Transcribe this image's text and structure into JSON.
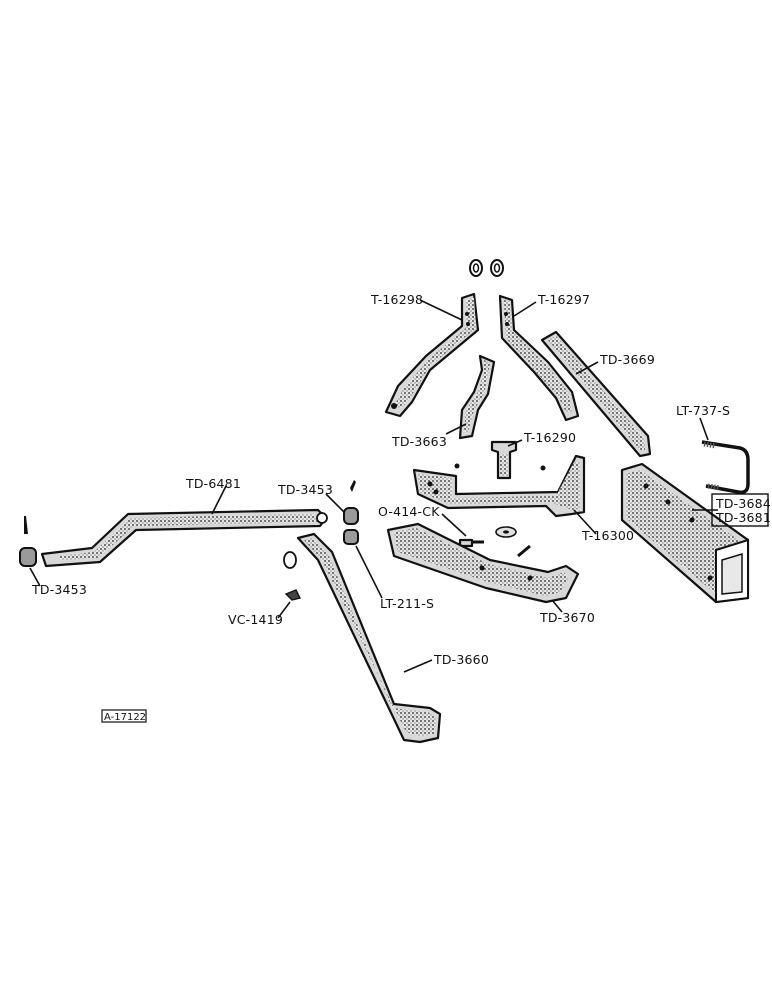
{
  "parts": {
    "t16298": "T-16298",
    "t16297": "T-16297",
    "td3669": "TD-3669",
    "lt737s": "LT-737-S",
    "td3663": "TD-3663",
    "t16290": "T-16290",
    "td6481": "TD-6481",
    "td3453_top": "TD-3453",
    "td3684": "TD-3684",
    "td3681": "TD-3681",
    "o414ck": "O-414-CK",
    "t16300": "T-16300",
    "td3453_left": "TD-3453",
    "lt211s": "LT-211-S",
    "vc1419": "VC-1419",
    "td3670": "TD-3670",
    "td3660": "TD-3660"
  },
  "figure_tag": "A-17122"
}
